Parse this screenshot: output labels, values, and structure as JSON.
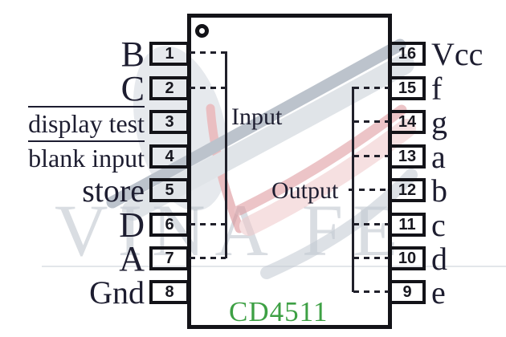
{
  "chip": {
    "name": "CD4511",
    "name_color": "#3da044",
    "input_group_label": "Input",
    "output_group_label": "Output",
    "left_pins": [
      {
        "number": "1",
        "label": "B",
        "overline": false,
        "bus": "input"
      },
      {
        "number": "2",
        "label": "C",
        "overline": false,
        "bus": "input"
      },
      {
        "number": "3",
        "label": "display test",
        "overline": true,
        "bus": "none"
      },
      {
        "number": "4",
        "label": "blank input",
        "overline": true,
        "bus": "none"
      },
      {
        "number": "5",
        "label": "store",
        "overline": false,
        "bus": "none"
      },
      {
        "number": "6",
        "label": "D",
        "overline": false,
        "bus": "input"
      },
      {
        "number": "7",
        "label": "A",
        "overline": false,
        "bus": "input"
      },
      {
        "number": "8",
        "label": "Gnd",
        "overline": false,
        "bus": "none"
      }
    ],
    "right_pins": [
      {
        "number": "16",
        "label": "Vcc",
        "bus": "none"
      },
      {
        "number": "15",
        "label": "f",
        "bus": "output"
      },
      {
        "number": "14",
        "label": "g",
        "bus": "output"
      },
      {
        "number": "13",
        "label": "a",
        "bus": "output"
      },
      {
        "number": "12",
        "label": "b",
        "bus": "output"
      },
      {
        "number": "11",
        "label": "c",
        "bus": "output"
      },
      {
        "number": "10",
        "label": "d",
        "bus": "output"
      },
      {
        "number": "9",
        "label": "e",
        "bus": "output"
      }
    ]
  },
  "watermark": {
    "text": "VINA FE",
    "text_color": "#d9dde2",
    "logo_colors": {
      "gray": "#8793a3",
      "light_gray": "#c7ced6",
      "red": "#dd959b",
      "pale_red": "#f0c8ca"
    }
  }
}
